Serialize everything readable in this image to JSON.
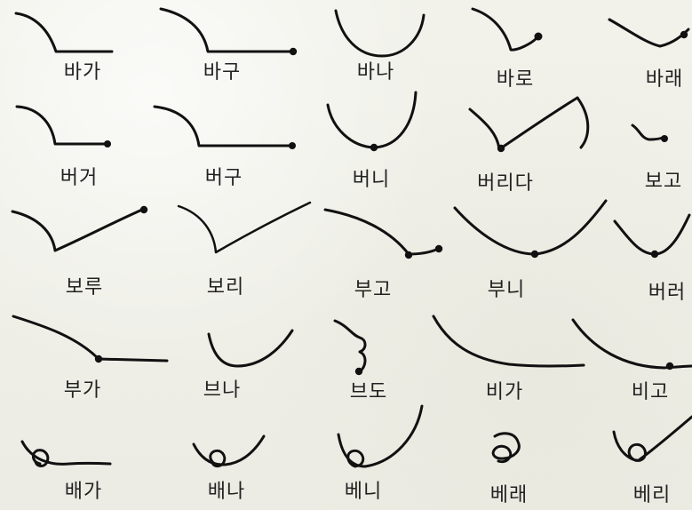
{
  "labels": {
    "r1c1": "바가",
    "r1c2": "바구",
    "r1c3": "바나",
    "r1c4": "바로",
    "r1c5": "바래",
    "r2c1": "버거",
    "r2c2": "버구",
    "r2c3": "버니",
    "r2c4": "버리다",
    "r2c5": "보고",
    "r3c1": "보루",
    "r3c2": "보리",
    "r3c3": "부고",
    "r3c4": "부니",
    "r3c5": "버러",
    "r4c1": "부가",
    "r4c2": "브나",
    "r4c3": "브도",
    "r4c4": "비가",
    "r4c5": "비고",
    "r5c1": "배가",
    "r5c2": "배나",
    "r5c3": "베니",
    "r5c4": "베래",
    "r5c5": "베리"
  }
}
